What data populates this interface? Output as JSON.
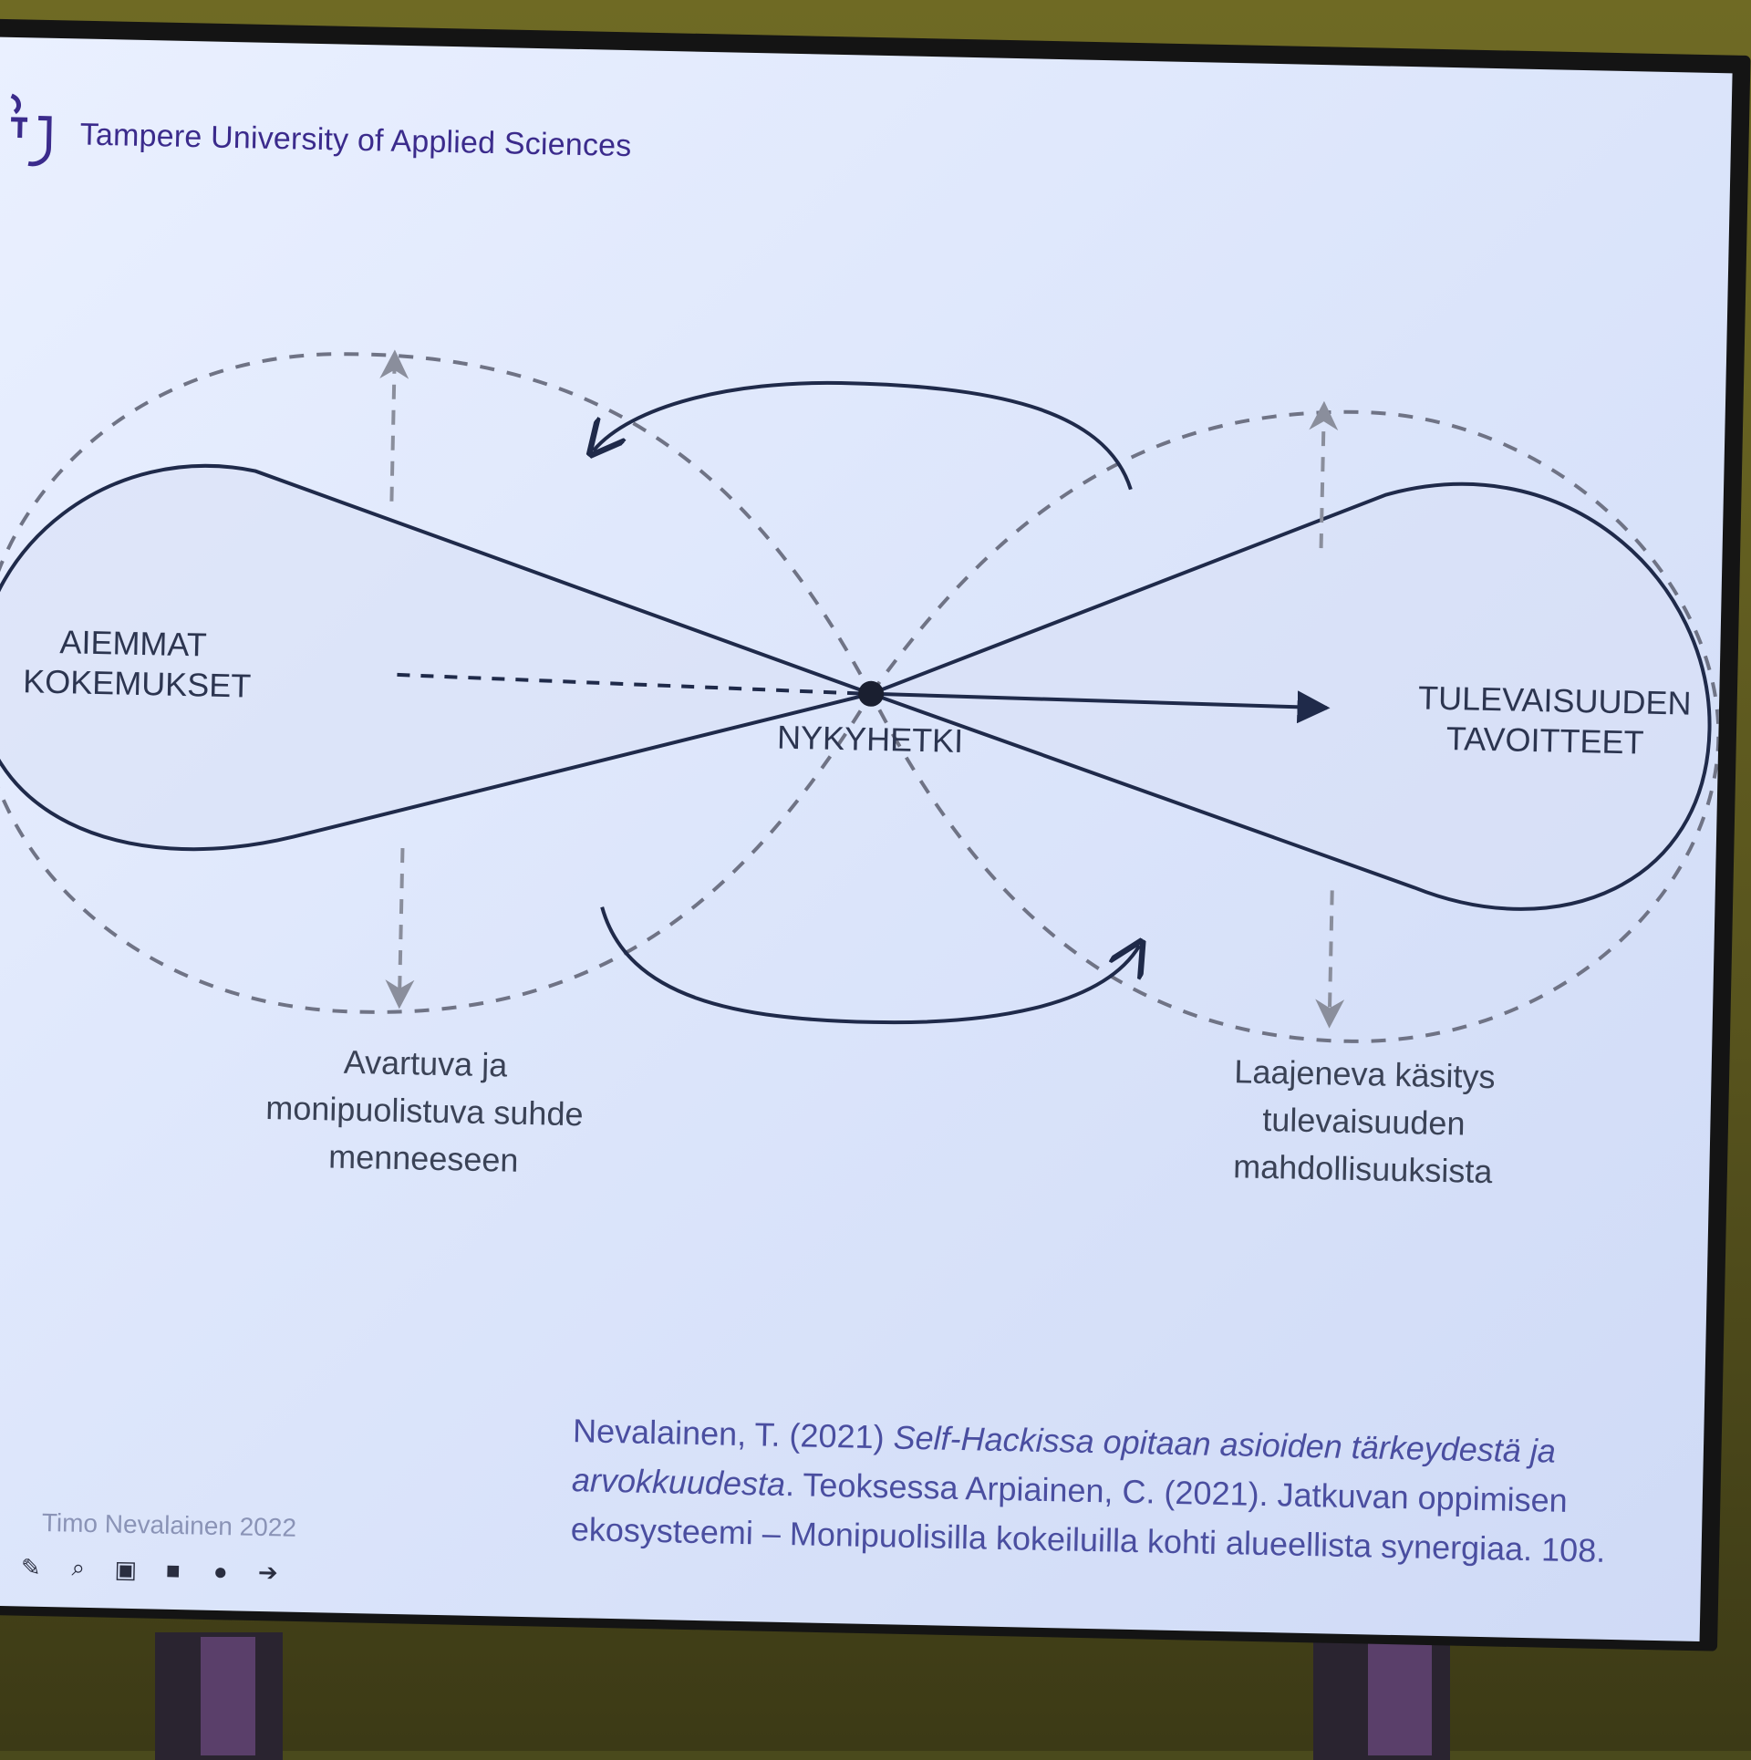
{
  "branding": {
    "institution": "Tampere University of Applied Sciences"
  },
  "diagram": {
    "left_label_line1": "AIEMMAT",
    "left_label_line2": "KOKEMUKSET",
    "center_label": "NYKYHETKI",
    "right_label_line1": "TULEVAISUUDEN",
    "right_label_line2": "TAVOITTEET",
    "bottom_left_line1": "Avartuva ja",
    "bottom_left_line2": "monipuolistuva suhde",
    "bottom_left_line3": "menneeseen",
    "bottom_right_line1": "Laajeneva käsitys",
    "bottom_right_line2": "tulevaisuuden",
    "bottom_right_line3": "mahdollisuuksista"
  },
  "reference": {
    "part1": "Nevalainen, T. (2021) ",
    "title_italic_1": "Self-Hackissa opitaan asioiden tärkeydestä ja",
    "title_italic_2": "arvokkuudesta",
    "part2": ". Teoksessa Arpiainen, C. (2021). Jatkuvan oppimisen",
    "part3": "ekosysteemi – Monipuolisilla kokeiluilla kohti alueellista synergiaa. 108."
  },
  "footer": {
    "author": "Timo Nevalainen 2022"
  },
  "toolbar": {
    "icons": [
      "back-icon",
      "pen-icon",
      "zoom-icon",
      "subtitles-icon",
      "camera-icon",
      "more-icon",
      "next-icon"
    ]
  }
}
